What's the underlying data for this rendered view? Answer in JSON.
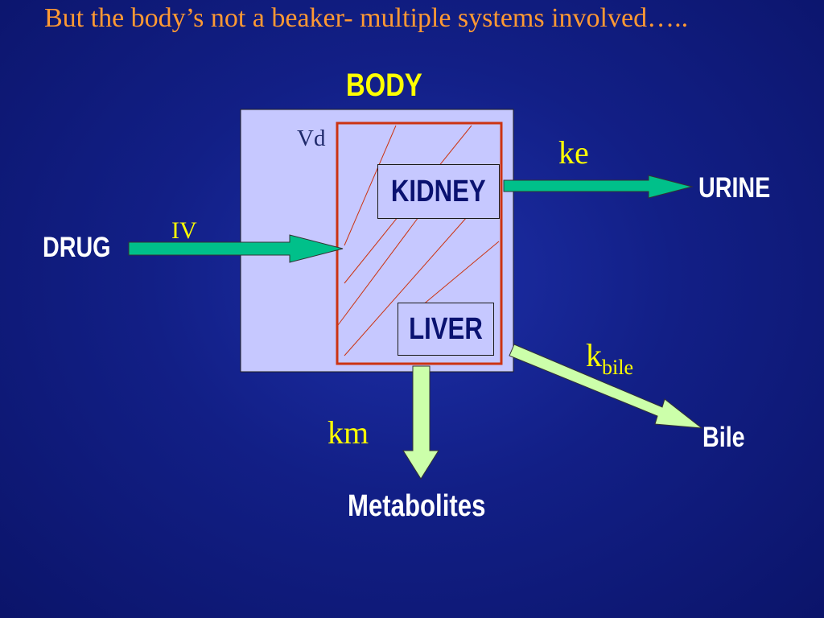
{
  "title": "But the body’s not a beaker- multiple systems involved…..",
  "diagram": {
    "body_label": "BODY",
    "volume_label": "Vd",
    "drug_label": "DRUG",
    "route_label": "IV",
    "kidney_label": "KIDNEY",
    "liver_label": "LIVER",
    "renal_rate_label": "ke",
    "urine_label": "URINE",
    "biliary_rate_main": "k",
    "biliary_rate_sub": "bile",
    "bile_label": "Bile",
    "metabolic_rate_label": "km",
    "metabolites_label": "Metabolites"
  },
  "colors": {
    "background": "#121f86",
    "title": "#ff9933",
    "rate_labels": "#ffff00",
    "compartment_fill": "#c6c8ff",
    "compartment_border": "#cc3311",
    "input_arrow": "#00c08a",
    "output_arrow": "#ccffaa"
  }
}
